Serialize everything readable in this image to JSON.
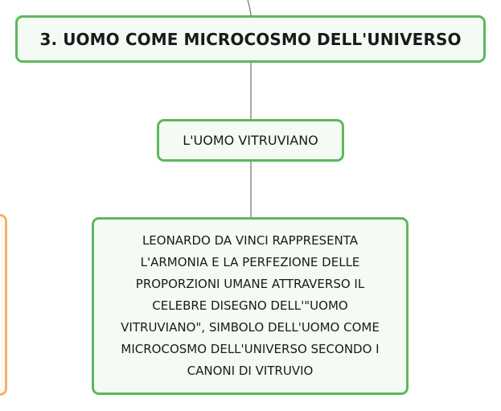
{
  "nodes": {
    "title": "3. UOMO COME MICROCOSMO DELL'UNIVERSO",
    "vitruvian": "L'UOMO VITRUVIANO",
    "description_lines": [
      "LEONARDO DA VINCI RAPPRESENTA",
      "L'ARMONIA E LA PERFEZIONE DELLE",
      "PROPORZIONI UMANE ATTRAVERSO IL",
      "CELEBRE DISEGNO DELL'\"UOMO",
      "VITRUVIANO\", SIMBOLO DELL'UOMO COME",
      "MICROCOSMO DELL'UNIVERSO SECONDO I",
      "CANONI DI VITRUVIO"
    ]
  },
  "colors": {
    "node_border": "#5cb85c",
    "node_fill": "#f3fbf4",
    "connector": "#8a8a8a",
    "partial_node_border": "#f4b266"
  }
}
